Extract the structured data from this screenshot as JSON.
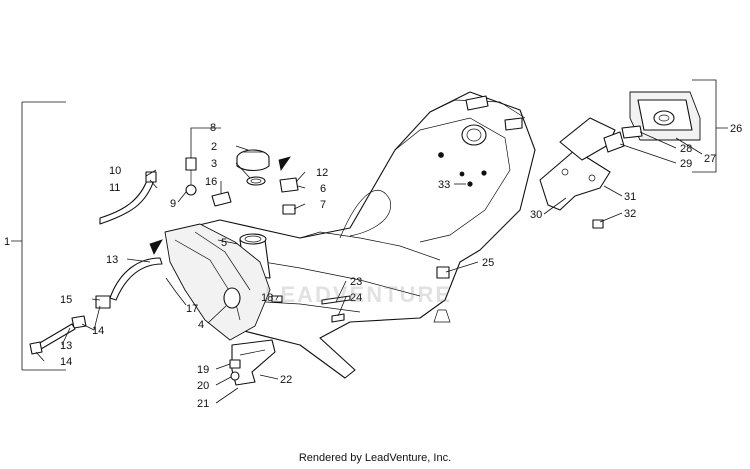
{
  "diagram": {
    "callouts": {
      "c1": "1",
      "c2": "2",
      "c3": "3",
      "c4": "4",
      "c5": "5",
      "c6": "6",
      "c7": "7",
      "c8": "8",
      "c9": "9",
      "c10": "10",
      "c11": "11",
      "c12": "12",
      "c13a": "13",
      "c13b": "13",
      "c14a": "14",
      "c14b": "14",
      "c15": "15",
      "c16": "16",
      "c17": "17",
      "c18": "18",
      "c19": "19",
      "c20": "20",
      "c21": "21",
      "c22": "22",
      "c23": "23",
      "c24": "24",
      "c25": "25",
      "c26": "26",
      "c27": "27",
      "c28": "28",
      "c29": "29",
      "c30": "30",
      "c31": "31",
      "c32": "32",
      "c33": "33"
    },
    "watermark": "LEADVENTURE",
    "footer": "Rendered by LeadVenture, Inc."
  }
}
